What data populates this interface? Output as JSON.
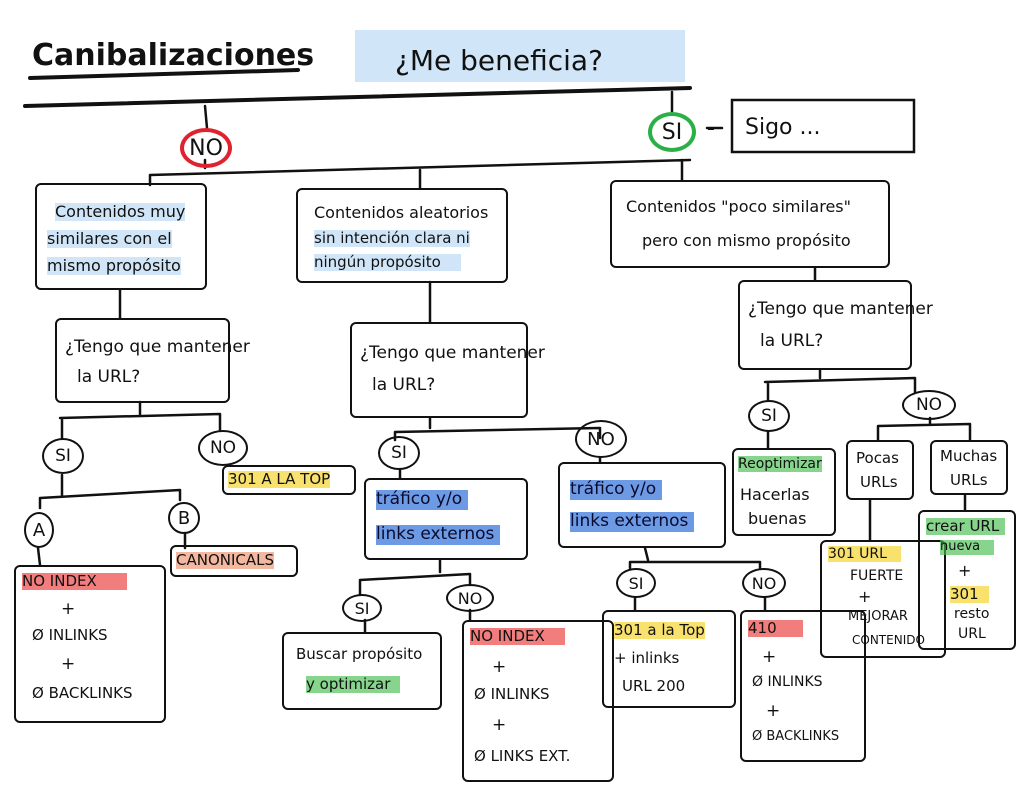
{
  "title": "Canibalizaciones",
  "question": "¿Me beneficia?",
  "root_no": "NO",
  "root_si": "SI",
  "dash": "-",
  "sigo": "Sigo ...",
  "col1": {
    "box_line1": "Contenidos muy",
    "box_line2": "similares con el",
    "box_line3": "mismo propósito",
    "q_line1": "¿Tengo que mantener",
    "q_line2": "la URL?",
    "si": "SI",
    "no": "NO",
    "no_action": "301 A LA TOP",
    "a": "A",
    "b": "B",
    "canonicals": "CANONICALS",
    "a_line1": "NO INDEX",
    "a_line2": "+",
    "a_line3": "Ø INLINKS",
    "a_line4": "+",
    "a_line5": "Ø BACKLINKS"
  },
  "col2": {
    "box_line1": "Contenidos aleatorios",
    "box_line2": "sin intención clara ni",
    "box_line3": "ningún propósito",
    "q_line1": "¿Tengo que mantener",
    "q_line2": "la URL?",
    "si": "SI",
    "no": "NO",
    "t1_line1": "tráfico y/o",
    "t1_line2": "links externos",
    "t2_line1": "tráfico y/o",
    "t2_line2": "links externos",
    "si2": "SI",
    "no2": "NO",
    "si3": "SI",
    "no3": "NO",
    "buscar_line1": "Buscar propósito",
    "buscar_line2": "y optimizar",
    "ni_line1": "NO INDEX",
    "ni_line2": "+",
    "ni_line3": "Ø INLINKS",
    "ni_line4": "+",
    "ni_line5": "Ø LINKS EXT.",
    "top_line1": "301 a la Top",
    "top_line2": "+ inlinks",
    "top_line3": "URL 200",
    "g_line1": "410",
    "g_line2": "+",
    "g_line3": "Ø INLINKS",
    "g_line4": "+",
    "g_line5": "Ø BACKLINKS"
  },
  "col3": {
    "box_line1": "Contenidos \"poco similares\"",
    "box_line2": "pero con mismo propósito",
    "q_line1": "¿Tengo que mantener",
    "q_line2": "la URL?",
    "si": "SI",
    "no": "NO",
    "reop_line1": "Reoptimizar",
    "reop_line2": "Hacerlas",
    "reop_line3": "buenas",
    "pocas_line1": "Pocas",
    "pocas_line2": "URLs",
    "muchas_line1": "Muchas",
    "muchas_line2": "URLs",
    "p_line1": "301 URL",
    "p_line2": "FUERTE",
    "p_line3": "+",
    "p_line4": "MEJORAR",
    "p_line5": "CONTENIDO",
    "m_line1": "crear URL",
    "m_line2": "nueva",
    "m_line3": "+",
    "m_line4": "301",
    "m_line5": "resto",
    "m_line6": "URL"
  }
}
